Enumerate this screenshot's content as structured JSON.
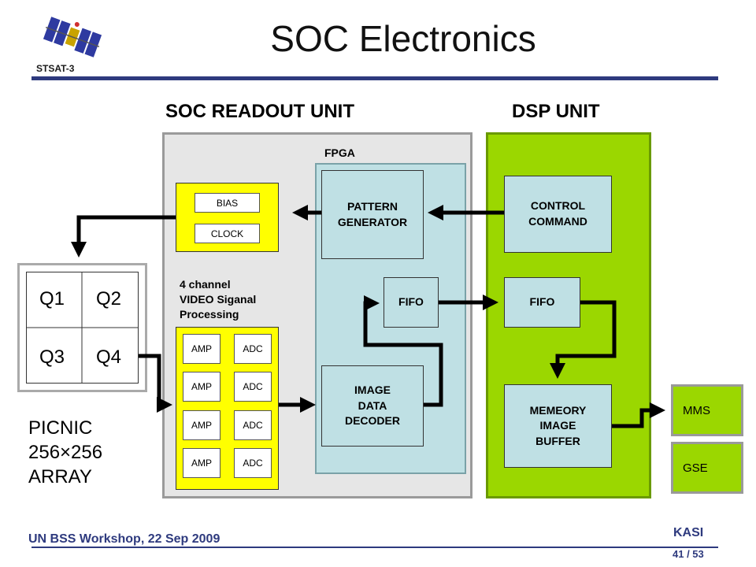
{
  "slide": {
    "title": "SOC Electronics",
    "org_label": "STSAT-3",
    "footer_left": "UN BSS Workshop, 22 Sep 2009",
    "footer_right": "KASI",
    "page_number": "41 / 53"
  },
  "sections": {
    "readout": "SOC READOUT UNIT",
    "dsp": "DSP UNIT",
    "fpga": "FPGA"
  },
  "bias_clock": {
    "bias": "BIAS",
    "clock": "CLOCK"
  },
  "fpga_blocks": {
    "pattern": "PATTERN\nGENERATOR",
    "fifo": "FIFO",
    "decoder": "IMAGE\nDATA\nDECODER"
  },
  "dsp_blocks": {
    "control": "CONTROL\nCOMMAND",
    "fifo": "FIFO",
    "buffer": "MEMEORY\nIMAGE\nBUFFER"
  },
  "video_label": "4 channel\nVIDEO Siganal\nProcessing",
  "channels": [
    {
      "amp": "AMP",
      "adc": "ADC"
    },
    {
      "amp": "AMP",
      "adc": "ADC"
    },
    {
      "amp": "AMP",
      "adc": "ADC"
    },
    {
      "amp": "AMP",
      "adc": "ADC"
    }
  ],
  "quadrants": [
    "Q1",
    "Q2",
    "Q3",
    "Q4"
  ],
  "detector_label": "PICNIC\n256×256\nARRAY",
  "outputs": {
    "mms": "MMS",
    "gse": "GSE"
  },
  "colors": {
    "fpga_fill": "#bfe0e4",
    "dsp_fill": "#9bd700",
    "readout_fill": "#e6e6e6",
    "bias_fill": "#ffff00",
    "accent": "#2e3a7e"
  }
}
